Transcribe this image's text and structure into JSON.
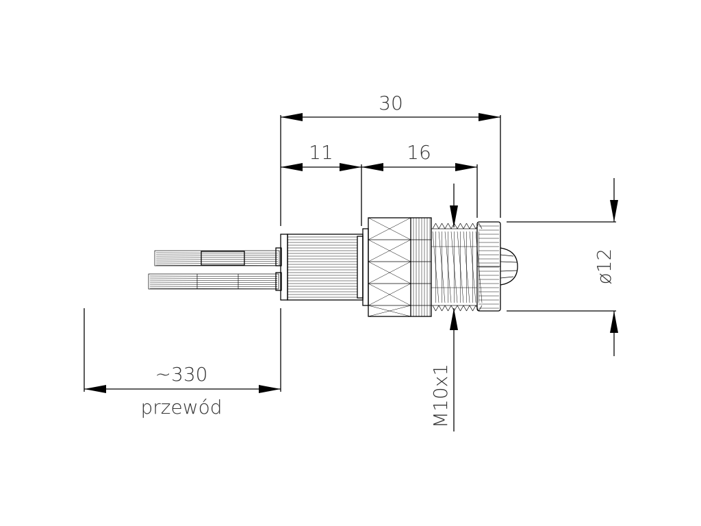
{
  "dimensions": {
    "total_length": "30",
    "rear_length": "11",
    "front_length": "16",
    "diameter": "ø12",
    "thread": "M10x1",
    "wire_length": "~330",
    "wire_label": "przewód"
  }
}
